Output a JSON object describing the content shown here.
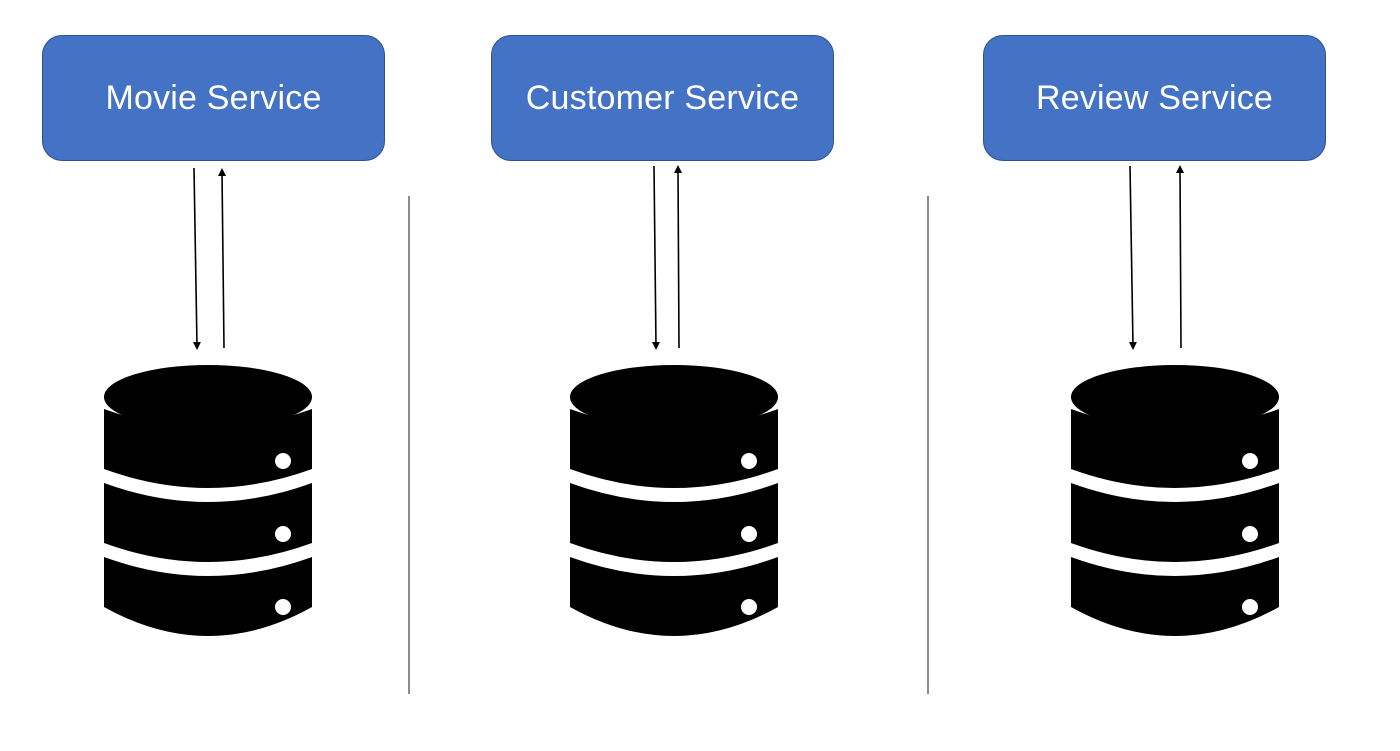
{
  "diagram": {
    "services": [
      {
        "label": "Movie Service",
        "icon": "database-icon"
      },
      {
        "label": "Customer Service",
        "icon": "database-icon"
      },
      {
        "label": "Review Service",
        "icon": "database-icon"
      }
    ],
    "colors": {
      "box_fill": "#4472C4",
      "box_border": "#2F528F",
      "box_text": "#ffffff",
      "database": "#000000",
      "divider": "#8c8c8c"
    }
  }
}
